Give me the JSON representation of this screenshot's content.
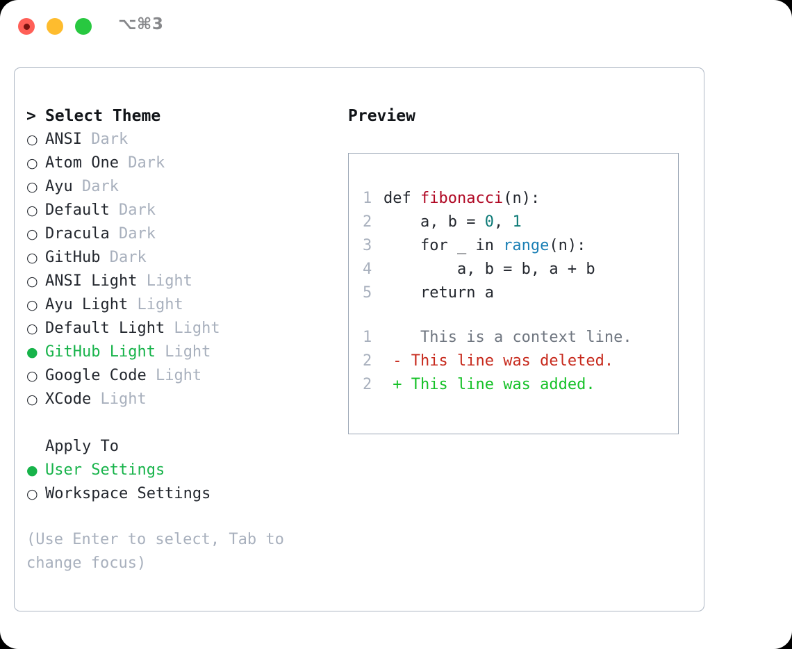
{
  "titlebar": {
    "shortcut": "⌥⌘3",
    "buttons": {
      "close": "close",
      "minimize": "minimize",
      "maximize": "maximize"
    }
  },
  "theme_list": {
    "caret": ">",
    "heading": "Select Theme",
    "bullet_selected": "●",
    "bullet_unselected": "○",
    "items": [
      {
        "label": "ANSI",
        "tag": "Dark",
        "selected": false
      },
      {
        "label": "Atom One",
        "tag": "Dark",
        "selected": false
      },
      {
        "label": "Ayu",
        "tag": "Dark",
        "selected": false
      },
      {
        "label": "Default",
        "tag": "Dark",
        "selected": false
      },
      {
        "label": "Dracula",
        "tag": "Dark",
        "selected": false
      },
      {
        "label": "GitHub",
        "tag": "Dark",
        "selected": false
      },
      {
        "label": "ANSI Light",
        "tag": "Light",
        "selected": false
      },
      {
        "label": "Ayu Light",
        "tag": "Light",
        "selected": false
      },
      {
        "label": "Default Light",
        "tag": "Light",
        "selected": false
      },
      {
        "label": "GitHub Light",
        "tag": "Light",
        "selected": true
      },
      {
        "label": "Google Code",
        "tag": "Light",
        "selected": false
      },
      {
        "label": "XCode",
        "tag": "Light",
        "selected": false
      }
    ]
  },
  "apply_to": {
    "heading": "Apply To",
    "options": [
      {
        "label": "User Settings",
        "selected": true
      },
      {
        "label": "Workspace Settings",
        "selected": false
      }
    ]
  },
  "hint": "(Use Enter to select, Tab to change focus)",
  "preview": {
    "title": "Preview",
    "code_lines": [
      {
        "ln": "1",
        "tokens": [
          {
            "t": "def ",
            "k": "plain"
          },
          {
            "t": "fibonacci",
            "k": "fn"
          },
          {
            "t": "(n):",
            "k": "plain"
          }
        ]
      },
      {
        "ln": "2",
        "tokens": [
          {
            "t": "    a, b = ",
            "k": "plain"
          },
          {
            "t": "0",
            "k": "num"
          },
          {
            "t": ", ",
            "k": "plain"
          },
          {
            "t": "1",
            "k": "num"
          }
        ]
      },
      {
        "ln": "3",
        "tokens": [
          {
            "t": "    for _ in ",
            "k": "plain"
          },
          {
            "t": "range",
            "k": "call"
          },
          {
            "t": "(n):",
            "k": "plain"
          }
        ]
      },
      {
        "ln": "4",
        "tokens": [
          {
            "t": "        a, b = b, a + b",
            "k": "plain"
          }
        ]
      },
      {
        "ln": "5",
        "tokens": [
          {
            "t": "    return a",
            "k": "plain"
          }
        ]
      }
    ],
    "diff_lines": [
      {
        "ln": "1",
        "marker": " ",
        "text": "  This is a context line.",
        "kind": "context"
      },
      {
        "ln": "2",
        "marker": "-",
        "text": " This line was deleted.",
        "kind": "deleted"
      },
      {
        "ln": "2",
        "marker": "+",
        "text": " This line was added.",
        "kind": "added"
      }
    ]
  },
  "colors": {
    "accent_green": "#17b34a",
    "muted": "#a8b0bd",
    "function": "#b00824",
    "number": "#0d7a77",
    "call": "#1a7fb5",
    "diff_deleted": "#c7291c",
    "diff_added": "#15c127",
    "border": "#aeb7c4"
  }
}
